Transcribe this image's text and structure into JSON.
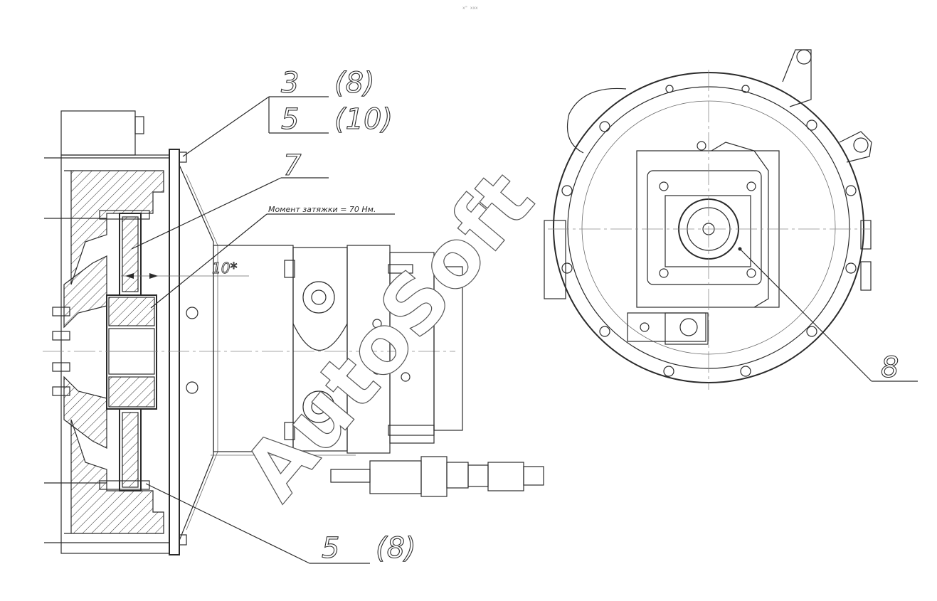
{
  "header_mark": "x\" xxx",
  "callouts": {
    "c1_pos": "3",
    "c1_qty": "(8)",
    "c2_pos": "5",
    "c2_qty": "(10)",
    "c3_pos": "7",
    "c4_pos": "5",
    "c4_qty": "(8)",
    "c5_pos": "8"
  },
  "torque_note": "Момент затяжки = 70 Нм.",
  "angle_dim": "10*",
  "watermark": "AutoSoft"
}
